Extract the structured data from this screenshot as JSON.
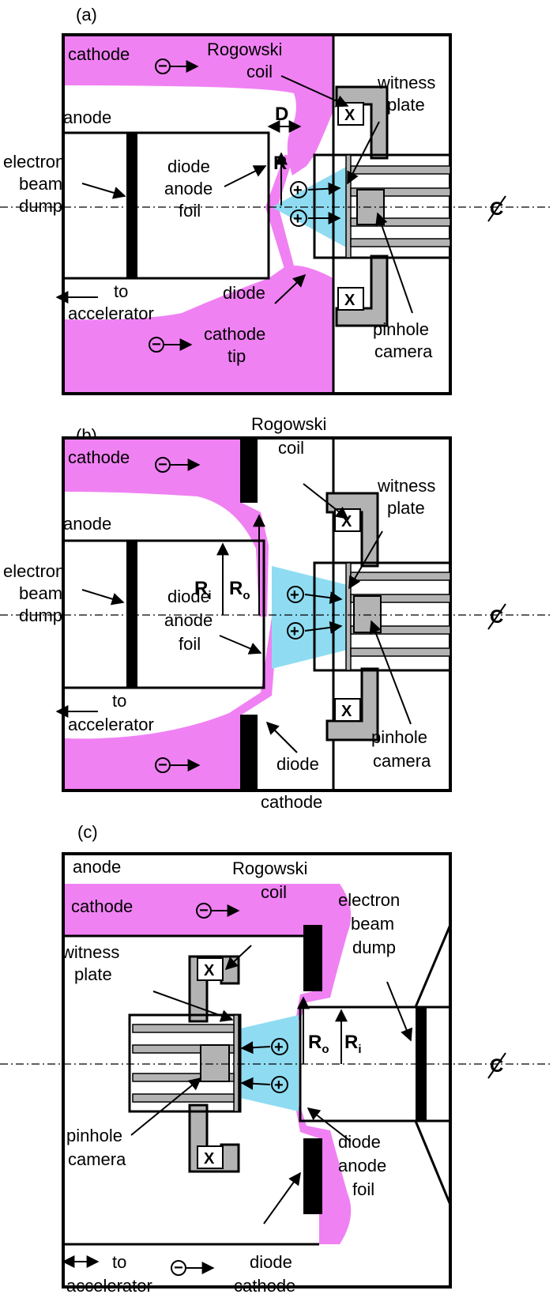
{
  "colors": {
    "cathode_fill": "#f081f3",
    "ion_beam_fill": "#8fdcf2",
    "metal_gray": "#b3b3b3",
    "outline": "#000000"
  },
  "panels": [
    {
      "tag": "(a)",
      "labels": {
        "cathode": "cathode",
        "rogowski_1": "Rogowski",
        "rogowski_2": "coil",
        "witness_1": "witness",
        "witness_2": "plate",
        "anode": "anode",
        "gap_d": "D",
        "radius_r": "R",
        "ebd_1": "electron",
        "ebd_2": "beam",
        "ebd_3": "dump",
        "daf_1": "diode",
        "daf_2": "anode",
        "daf_3": "foil",
        "acc_1": "to",
        "acc_2": "accelerator",
        "dct_1": "diode",
        "dct_2": "cathode",
        "dct_3": "tip",
        "pin_1": "pinhole",
        "pin_2": "camera"
      }
    },
    {
      "tag": "(b)",
      "labels": {
        "rogowski_1": "Rogowski",
        "rogowski_2": "coil",
        "cathode": "cathode",
        "witness_1": "witness",
        "witness_2": "plate",
        "anode": "anode",
        "ri": "R",
        "ri_sub": "i",
        "ro": "R",
        "ro_sub": "o",
        "ebd_1": "electron",
        "ebd_2": "beam",
        "ebd_3": "dump",
        "daf_1": "diode",
        "daf_2": "anode",
        "daf_3": "foil",
        "acc_1": "to",
        "acc_2": "accelerator",
        "dc_1": "diode",
        "dc_2": "cathode",
        "pin_1": "pinhole",
        "pin_2": "camera"
      }
    },
    {
      "tag": "(c)",
      "labels": {
        "anode": "anode",
        "rogowski_1": "Rogowski",
        "rogowski_2": "coil",
        "cathode": "cathode",
        "ebd_1": "electron",
        "ebd_2": "beam",
        "ebd_3": "dump",
        "witness_1": "witness",
        "witness_2": "plate",
        "ro": "R",
        "ro_sub": "o",
        "ri": "R",
        "ri_sub": "i",
        "pin_1": "pinhole",
        "pin_2": "camera",
        "daf_1": "diode",
        "daf_2": "anode",
        "daf_3": "foil",
        "acc_1": "to",
        "acc_2": "accelerator",
        "dc_1": "diode",
        "dc_2": "cathode"
      }
    }
  ],
  "symbols": {
    "coil_mark": "X",
    "centerline": "C",
    "ion": "+",
    "electron": "−"
  }
}
